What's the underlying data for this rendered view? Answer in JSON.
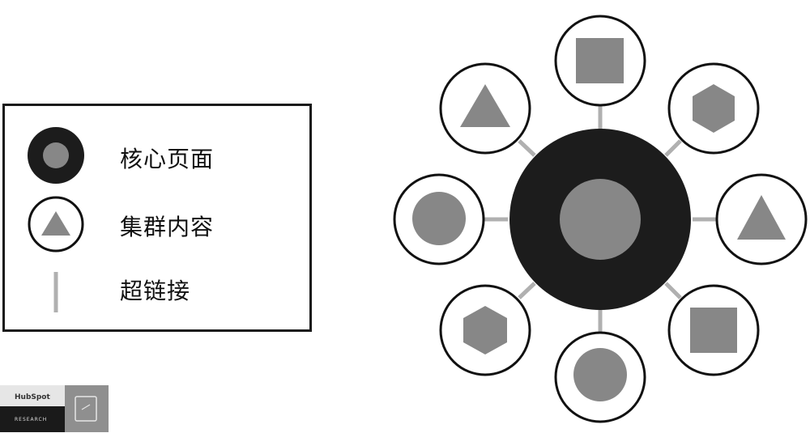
{
  "legend": {
    "core_page": "核心页面",
    "cluster_content": "集群内容",
    "hyperlink": "超链接"
  },
  "logo": {
    "brand": "HubSpot",
    "subtitle": "RESEARCH"
  },
  "diagram": {
    "center": "core-page",
    "satellites": [
      "square",
      "hexagon",
      "triangle",
      "square",
      "circle",
      "hexagon",
      "circle",
      "triangle"
    ]
  },
  "colors": {
    "core_ring": "#1c1c1c",
    "fill_gray": "#878787",
    "link_gray": "#b0b0b0",
    "outline": "#111111"
  }
}
